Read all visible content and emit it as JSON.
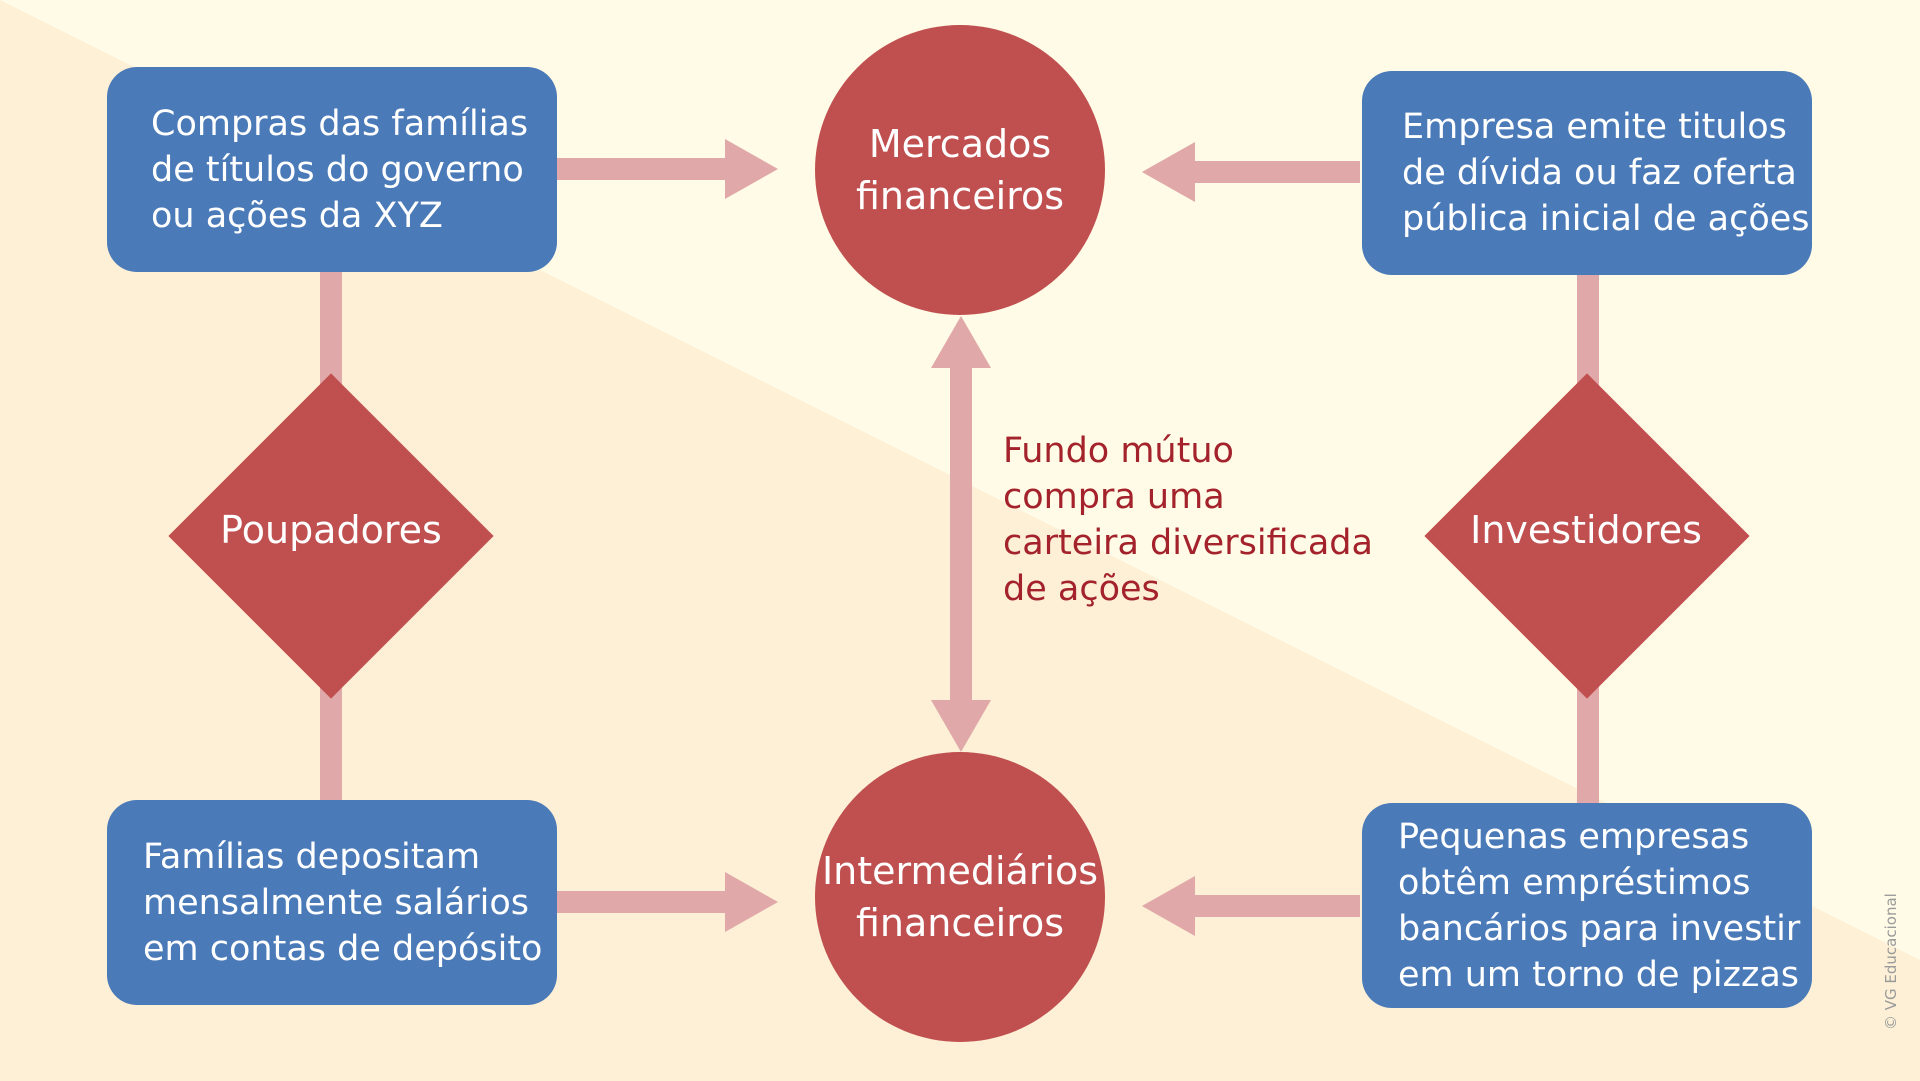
{
  "nodes": {
    "top_left": {
      "lines": [
        "Compras das famílias",
        "de títulos do governo",
        "ou ações da XYZ"
      ]
    },
    "top_right": {
      "lines": [
        "Empresa emite titulos",
        "de dívida ou faz oferta",
        "pública inicial de ações"
      ]
    },
    "bottom_left": {
      "lines": [
        "Famílias depositam",
        "mensalmente salários",
        "em contas de depósito"
      ]
    },
    "bottom_right": {
      "lines": [
        "Pequenas empresas",
        "obtêm empréstimos",
        "bancários para investir",
        "em um torno de pizzas"
      ]
    },
    "markets": {
      "lines": [
        "Mercados",
        "financeiros"
      ]
    },
    "intermediaries": {
      "lines": [
        "Intermediários",
        "financeiros"
      ]
    },
    "savers": {
      "label": "Poupadores"
    },
    "investors": {
      "label": "Investidores"
    }
  },
  "fund_note": {
    "lines": [
      "Fundo mútuo",
      "compra uma",
      "carteira diversificada",
      "de ações"
    ]
  },
  "credit": "© VG Educacional",
  "colors": {
    "background_light": "#fffbe6",
    "background_warm": "#fdf0d6",
    "box_blue": "#4a7ab8",
    "node_red": "#c04f4f",
    "connector_pink": "#e0a8a8",
    "note_red": "#a3222b"
  }
}
